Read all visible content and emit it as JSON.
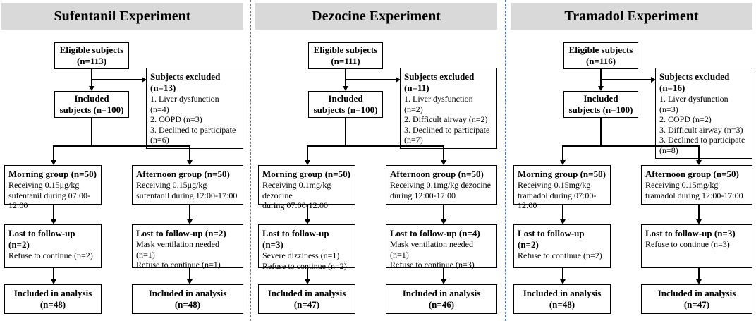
{
  "panels": [
    {
      "title": "Sufentanil Experiment",
      "eligible": {
        "label": "Eligible subjects",
        "count": "(n=113)"
      },
      "excluded": {
        "title": "Subjects excluded (n=13)",
        "items": [
          "1. Liver dysfunction (n=4)",
          "2. COPD (n=3)",
          "3. Declined to participate (n=6)"
        ]
      },
      "included": {
        "label": "Included",
        "count": "subjects (n=100)"
      },
      "morning": {
        "title": "Morning group (n=50)",
        "lines": [
          "Receiving 0.15μg/kg",
          "sufentanil during 07:00-12:00"
        ]
      },
      "afternoon": {
        "title": "Afternoon group (n=50)",
        "lines": [
          "Receiving 0.15μg/kg",
          "sufentanil during 12:00-17:00"
        ]
      },
      "lost_morning": {
        "title": "Lost to follow-up (n=2)",
        "lines": [
          "Refuse to continue (n=2)"
        ]
      },
      "lost_afternoon": {
        "title": "Lost to follow-up (n=2)",
        "lines": [
          "Mask ventilation needed (n=1)",
          "Refuse to continue (n=1)"
        ]
      },
      "analysis_morning": {
        "label": "Included in analysis",
        "count": "(n=48)"
      },
      "analysis_afternoon": {
        "label": "Included in analysis",
        "count": "(n=48)"
      }
    },
    {
      "title": "Dezocine Experiment",
      "eligible": {
        "label": "Eligible subjects",
        "count": "(n=111)"
      },
      "excluded": {
        "title": "Subjects excluded (n=11)",
        "items": [
          "1. Liver dysfunction (n=2)",
          "2. Difficult airway (n=2)",
          "3. Declined to participate",
          "(n=7)"
        ]
      },
      "included": {
        "label": "Included",
        "count": "subjects (n=100)"
      },
      "morning": {
        "title": "Morning group (n=50)",
        "lines": [
          "Receiving 0.1mg/kg dezocine",
          "during 07:00-12:00"
        ]
      },
      "afternoon": {
        "title": "Afternoon group (n=50)",
        "lines": [
          "Receiving 0.1mg/kg dezocine",
          "during 12:00-17:00"
        ]
      },
      "lost_morning": {
        "title": "Lost to follow-up (n=3)",
        "lines": [
          "Severe dizziness (n=1)",
          "Refuse to continue (n=2)"
        ]
      },
      "lost_afternoon": {
        "title": "Lost to follow-up (n=4)",
        "lines": [
          "Mask ventilation needed (n=1)",
          "Refuse to continue (n=3)"
        ]
      },
      "analysis_morning": {
        "label": "Included in analysis",
        "count": "(n=47)"
      },
      "analysis_afternoon": {
        "label": "Included in analysis",
        "count": "(n=46)"
      }
    },
    {
      "title": "Tramadol Experiment",
      "eligible": {
        "label": "Eligible subjects",
        "count": "(n=116)"
      },
      "excluded": {
        "title": "Subjects excluded (n=16)",
        "items": [
          "1. Liver dysfunction (n=3)",
          "2. COPD (n=2)",
          "3. Difficult airway (n=3)",
          "3. Declined to participate",
          "(n=8)"
        ]
      },
      "included": {
        "label": "Included",
        "count": "subjects (n=100)"
      },
      "morning": {
        "title": "Morning group (n=50)",
        "lines": [
          "Receiving 0.15mg/kg",
          "tramadol during 07:00-12:00"
        ]
      },
      "afternoon": {
        "title": "Afternoon group (n=50)",
        "lines": [
          "Receiving 0.15mg/kg",
          "tramadol during 12:00-17:00"
        ]
      },
      "lost_morning": {
        "title": "Lost to follow-up (n=2)",
        "lines": [
          "Refuse to continue (n=2)"
        ]
      },
      "lost_afternoon": {
        "title": "Lost to follow-up (n=3)",
        "lines": [
          "Refuse to continue (n=3)"
        ]
      },
      "analysis_morning": {
        "label": "Included in analysis",
        "count": "(n=48)"
      },
      "analysis_afternoon": {
        "label": "Included in analysis",
        "count": "(n=47)"
      }
    }
  ]
}
